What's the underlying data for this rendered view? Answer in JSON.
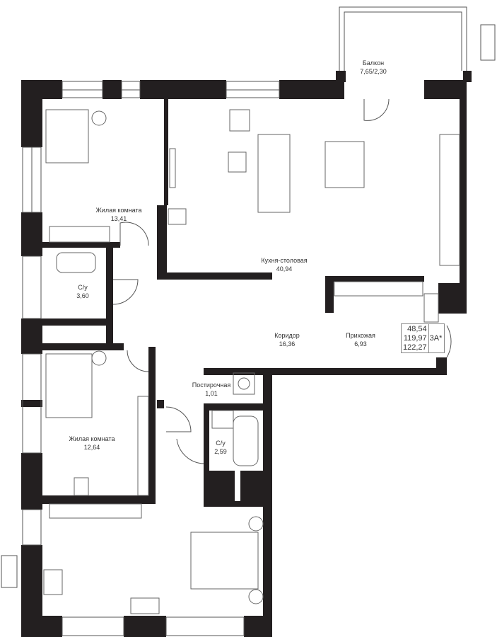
{
  "rooms": [
    {
      "name": "Балкон",
      "area": "7,65/2,30"
    },
    {
      "name": "Жилая комната",
      "area": "13,41"
    },
    {
      "name": "Кухня-столовая",
      "area": "40,94"
    },
    {
      "name": "С/у",
      "area": "3,60"
    },
    {
      "name": "Коридор",
      "area": "16,36"
    },
    {
      "name": "Прихожая",
      "area": "6,93"
    },
    {
      "name": "Постирочная",
      "area": "1,01"
    },
    {
      "name": "С/у",
      "area": "2,59"
    },
    {
      "name": "Жилая комната",
      "area": "12,64"
    }
  ],
  "summary": {
    "living_area": "48,54",
    "total_area": "119,97",
    "total_with_balcony": "122,27",
    "type": "3А*"
  },
  "colors": {
    "wall": "#231f20",
    "line": "#555555"
  }
}
